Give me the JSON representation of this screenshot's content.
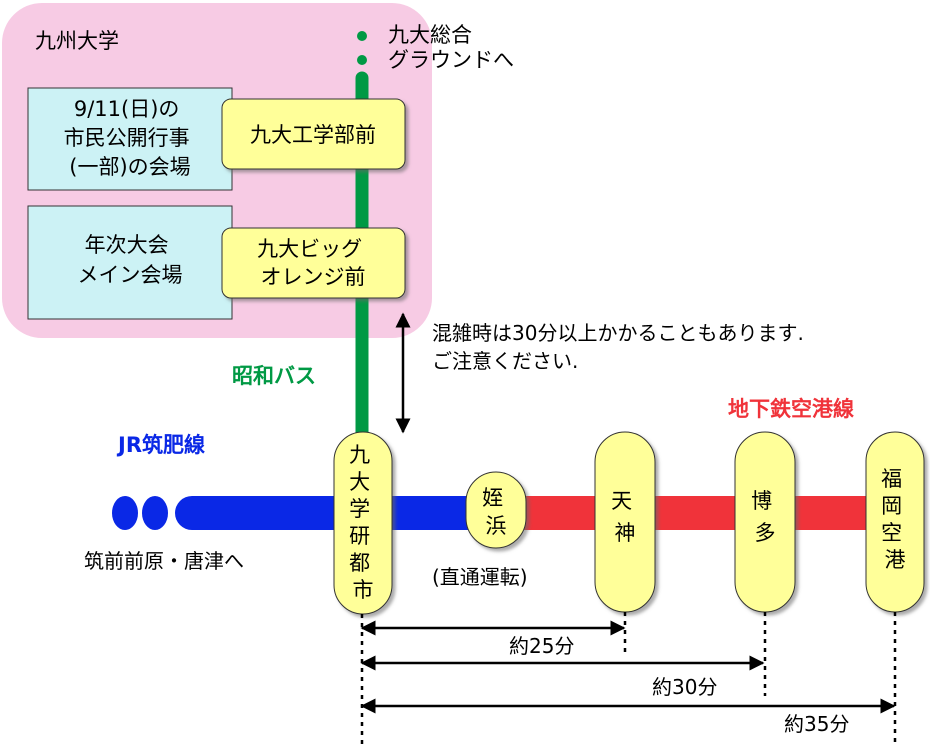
{
  "campus": {
    "name": "九州大学",
    "venues": [
      {
        "lines": [
          "9/11(日)の",
          "市民公開行事",
          "(一部)の会場"
        ]
      },
      {
        "lines": [
          "年次大会",
          "メイン会場"
        ]
      }
    ],
    "bus_stops": [
      {
        "lines": [
          "九大工学部前"
        ]
      },
      {
        "lines": [
          "九大ビッグ",
          "オレンジ前"
        ]
      }
    ],
    "ground_lines": [
      "九大総合",
      "グラウンドへ"
    ]
  },
  "bus": {
    "label": "昭和バス"
  },
  "note": {
    "lines": [
      "混雑時は30分以上かかることもあります.",
      "ご注意ください."
    ]
  },
  "jr": {
    "label": "JR筑肥線",
    "direction": "筑前前原・唐津へ"
  },
  "subway": {
    "label": "地下鉄空港線",
    "direct": "(直通運転)"
  },
  "stations": {
    "kenkyu_toshi": [
      "九",
      "大",
      "学",
      "研",
      "都",
      "市"
    ],
    "meinohama": [
      "姪",
      "浜"
    ],
    "tenjin": [
      "天",
      "神"
    ],
    "hakata": [
      "博",
      "多"
    ],
    "airport": [
      "福",
      "岡",
      "空",
      "港"
    ]
  },
  "times": [
    {
      "to": "天神",
      "label": "約25分"
    },
    {
      "to": "博多",
      "label": "約30分"
    },
    {
      "to": "福岡空港",
      "label": "約35分"
    }
  ],
  "colors": {
    "campus_bg": "#f7cbe4",
    "venue_box": "#ccf2f5",
    "stop_box": "#ffff99",
    "bus_line": "#009944",
    "jr_line": "#0a28e6",
    "subway_line": "#f0333a",
    "station_fill": "#ffff99"
  }
}
